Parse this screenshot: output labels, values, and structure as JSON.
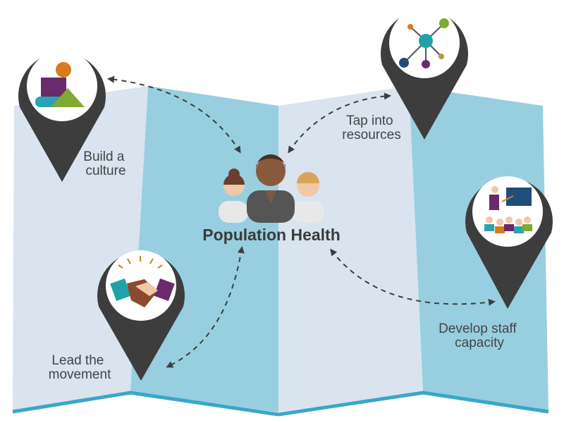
{
  "center": {
    "title": "Population Health"
  },
  "pins": {
    "culture": {
      "label_lines": [
        "Build a",
        "culture"
      ]
    },
    "resources": {
      "label_lines": [
        "Tap into",
        "resources"
      ]
    },
    "capacity": {
      "label_lines": [
        "Develop staff",
        "capacity"
      ]
    },
    "movement": {
      "label_lines": [
        "Lead the",
        "movement"
      ]
    }
  },
  "colors": {
    "map_light": "#d9e4ef",
    "map_blue": "#98cfe0",
    "map_edge": "#3aa6c8",
    "pin": "#3d3d3d",
    "arrow": "#3d3d3d"
  }
}
